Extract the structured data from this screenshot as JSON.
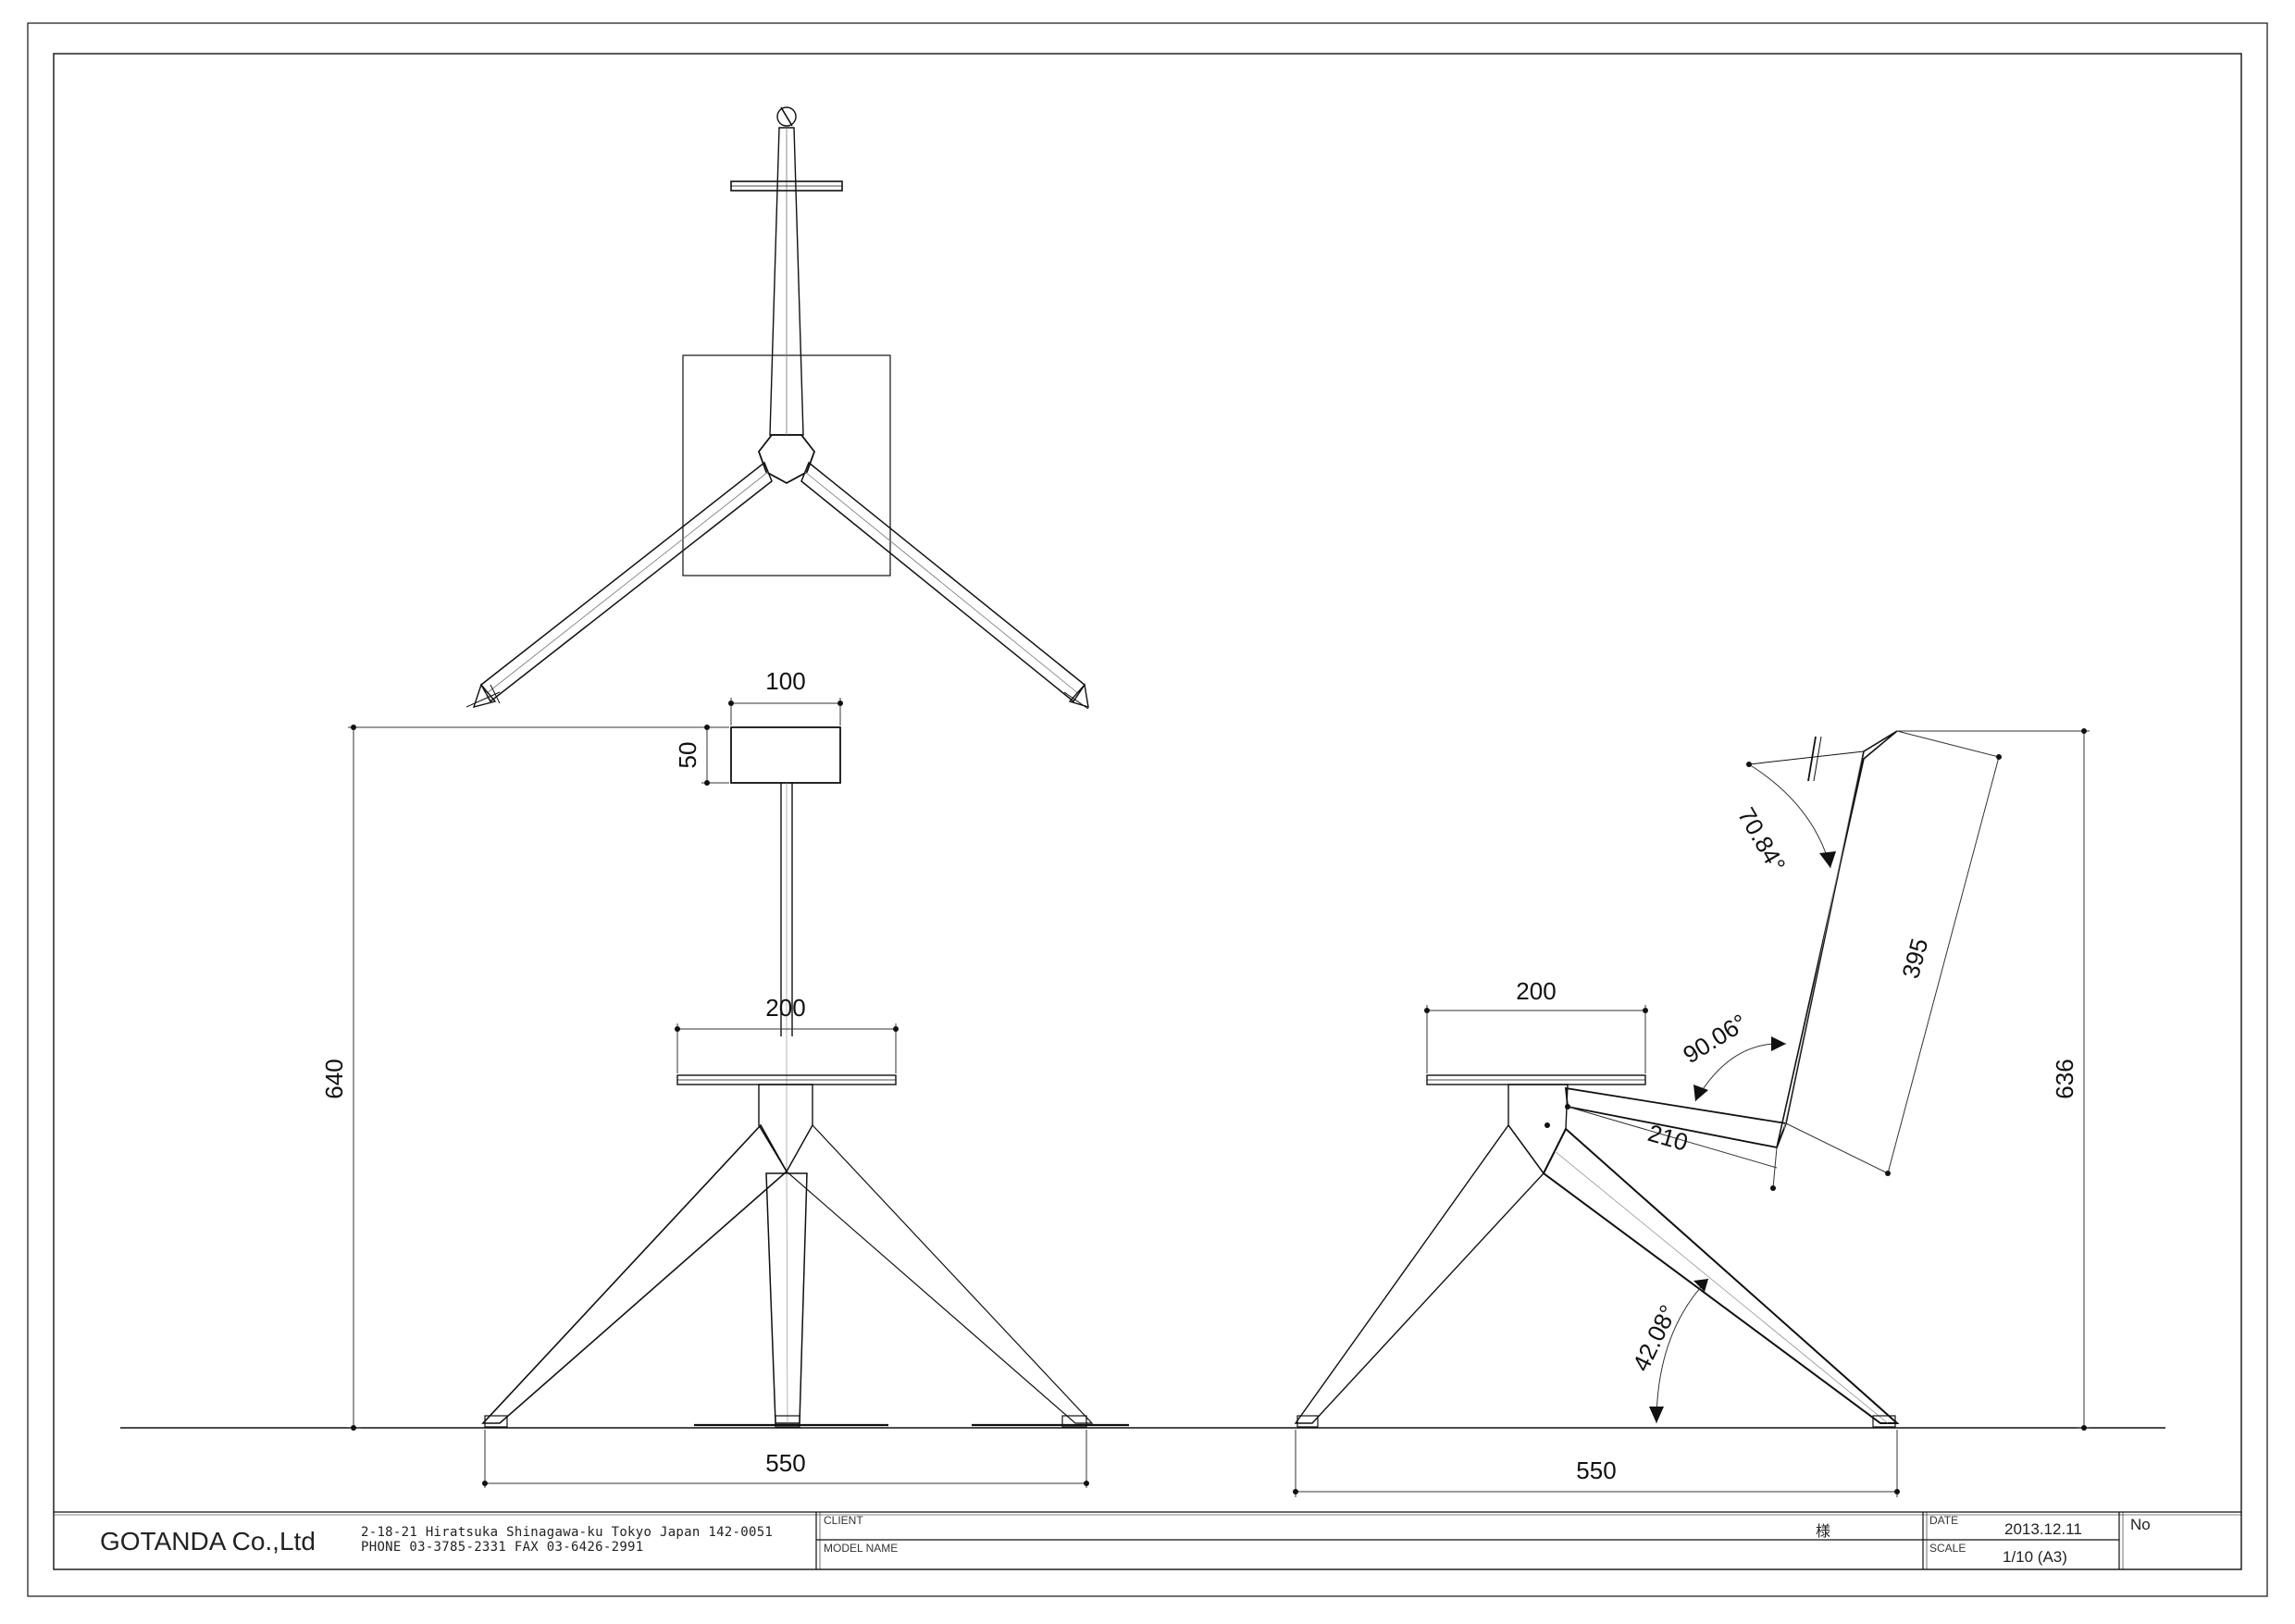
{
  "dimensions": {
    "top_width": "100",
    "top_height": "50",
    "seat_width_front": "200",
    "total_height_front": "640",
    "base_width_front": "550",
    "seat_width_side": "200",
    "backrest_angle": "70.84°",
    "back_length": "395",
    "seat_back_angle": "90.06°",
    "seat_depth": "210",
    "total_height_side": "636",
    "leg_angle": "42.08°",
    "base_width_side": "550"
  },
  "title_block": {
    "company": "GOTANDA Co.,Ltd",
    "address": "2-18-21 Hiratsuka Shinagawa-ku Tokyo Japan  142-0051",
    "phone": "PHONE  03-3785-2331  FAX  03-6426-2991",
    "client_label": "CLIENT",
    "client_suffix": "様",
    "model_label": "MODEL NAME",
    "date_label": "DATE",
    "date_value": "2013.12.11",
    "scale_label": "SCALE",
    "scale_value": "1/10 (A3)",
    "no_label": "No"
  }
}
